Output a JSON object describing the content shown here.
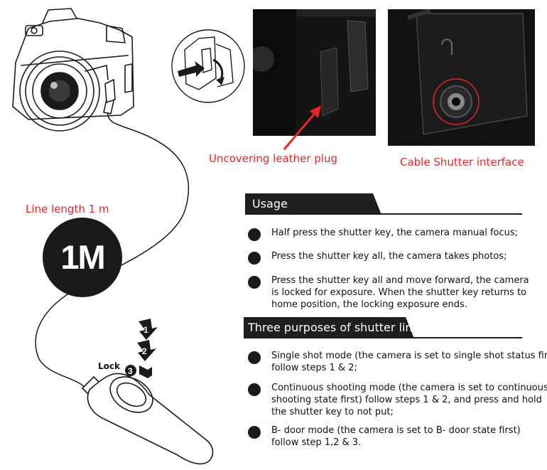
{
  "captions": {
    "plug": "Uncovering leather plug",
    "jack": "Cable Shutter interface",
    "line_length": "Line length 1 m"
  },
  "badge": {
    "text": "1M"
  },
  "remote": {
    "lock_label": "Lock",
    "step_numbers": [
      "1",
      "2",
      "3"
    ]
  },
  "usage": {
    "title": "Usage",
    "items": [
      [
        "Half press the shutter key, the camera manual focus;"
      ],
      [
        "Press the shutter key all, the camera takes photos;"
      ],
      [
        "Press the shutter key all and move forward, the camera",
        "is locked for exposure. When the shutter key returns to",
        "home position, the locking exposure ends."
      ]
    ]
  },
  "purposes": {
    "title": "Three purposes of shutter line",
    "items": [
      [
        "Single shot mode (the camera is set to single shot status first)",
        " follow steps 1 & 2;"
      ],
      [
        "Continuous shooting mode (the camera is set to continuous",
        "shooting state first) follow steps 1 & 2, and press and hold",
        "the shutter key to not put;"
      ],
      [
        "B- door mode (the camera is set to B- door state first)",
        "follow step 1,2 & 3."
      ]
    ]
  },
  "colors": {
    "caption_red": "#e8262a",
    "dark": "#1f1f1f"
  }
}
